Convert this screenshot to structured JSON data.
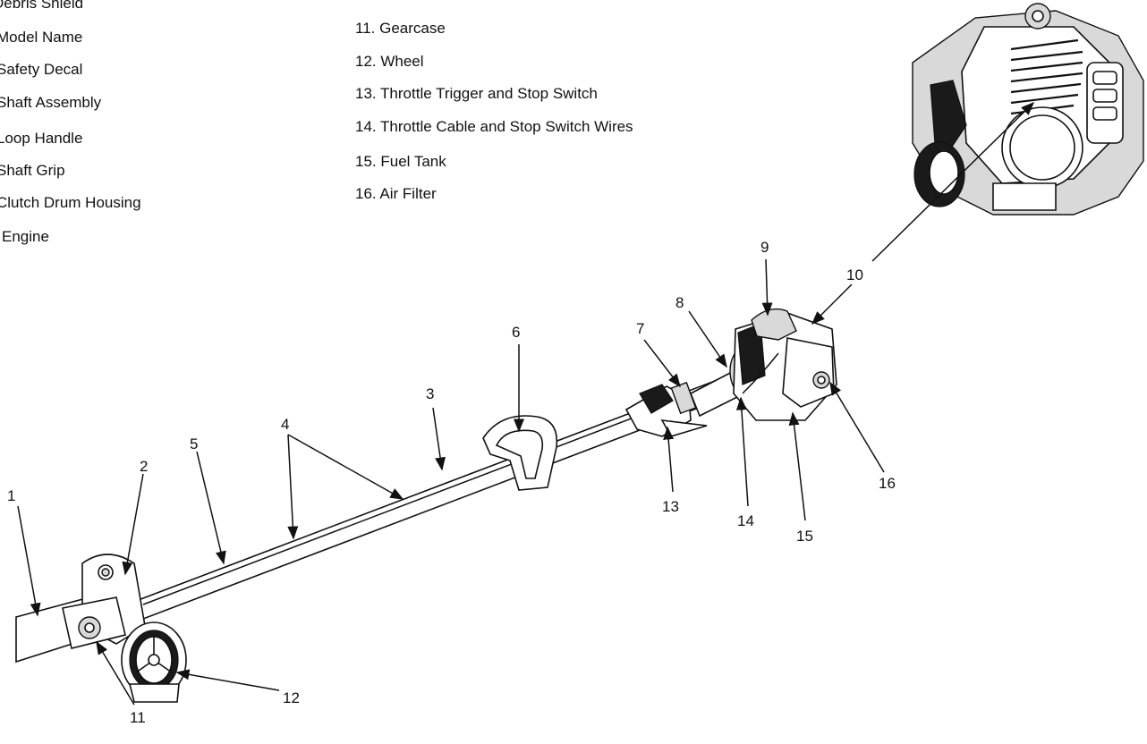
{
  "legend": {
    "left_items": [
      {
        "text": "Debris Shield"
      },
      {
        "text": "Model Name"
      },
      {
        "text": "Safety Decal"
      },
      {
        "text": "Shaft Assembly"
      },
      {
        "text": "Loop Handle"
      },
      {
        "text": "Shaft Grip"
      },
      {
        "text": "Clutch Drum Housing"
      },
      {
        "text": "Engine"
      }
    ],
    "right_items": [
      {
        "text": "11. Gearcase"
      },
      {
        "text": "12. Wheel"
      },
      {
        "text": "13. Throttle Trigger and Stop Switch"
      },
      {
        "text": "14. Throttle Cable and Stop Switch Wires"
      },
      {
        "text": "15. Fuel Tank"
      },
      {
        "text": "16. Air Filter"
      }
    ]
  },
  "callouts": [
    "1",
    "2",
    "3",
    "4",
    "5",
    "6",
    "7",
    "8",
    "9",
    "10",
    "11",
    "12",
    "13",
    "14",
    "15",
    "16"
  ]
}
